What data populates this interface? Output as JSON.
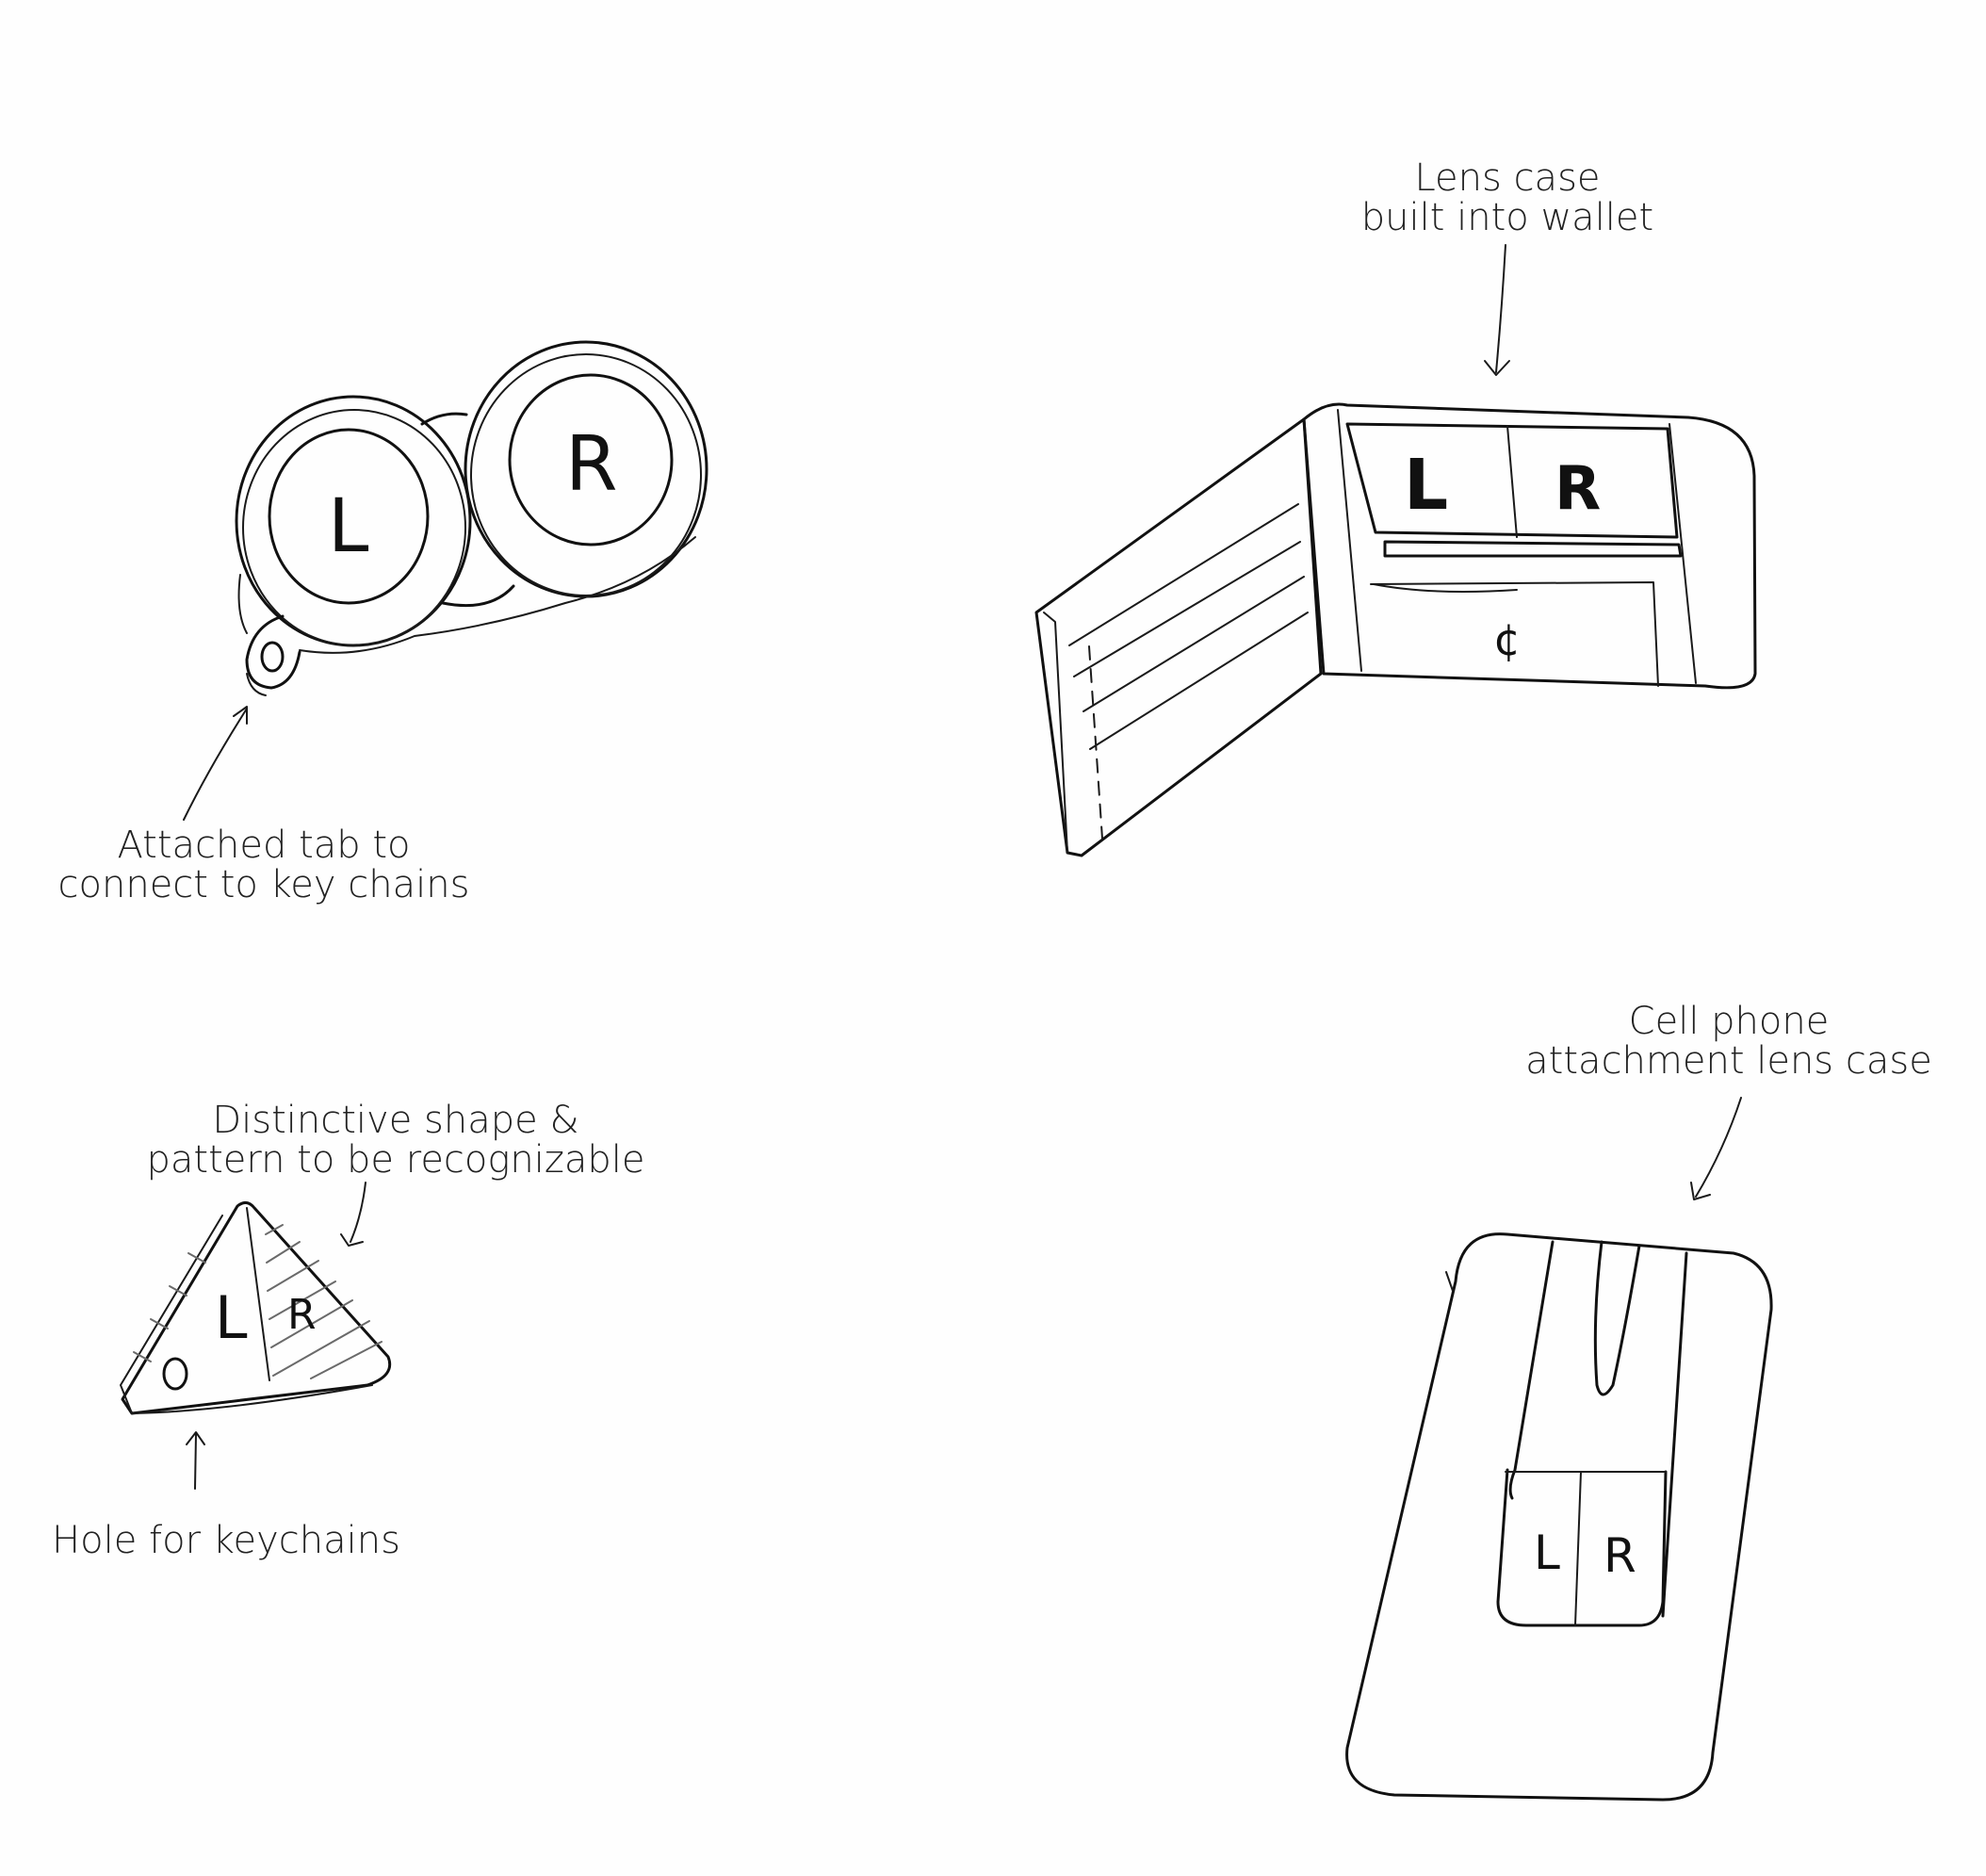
{
  "annotations": {
    "keychain_tab": {
      "line1": "Attached tab to",
      "line2": "connect to key chains"
    },
    "wallet": {
      "line1": "Lens case",
      "line2": "built into wallet"
    },
    "triangle_shape": {
      "line1": "Distinctive shape &",
      "line2": "pattern to be recognizable"
    },
    "keychain_hole": {
      "line1": "Hole for keychains"
    },
    "cell_phone": {
      "line1": "Cell phone",
      "line2": "attachment lens case"
    }
  },
  "case_labels": {
    "left": "L",
    "right": "R",
    "coin": "¢"
  },
  "colors": {
    "paper": "#fefefe",
    "ink": "#111111",
    "hatch": "#6a6a6a"
  }
}
